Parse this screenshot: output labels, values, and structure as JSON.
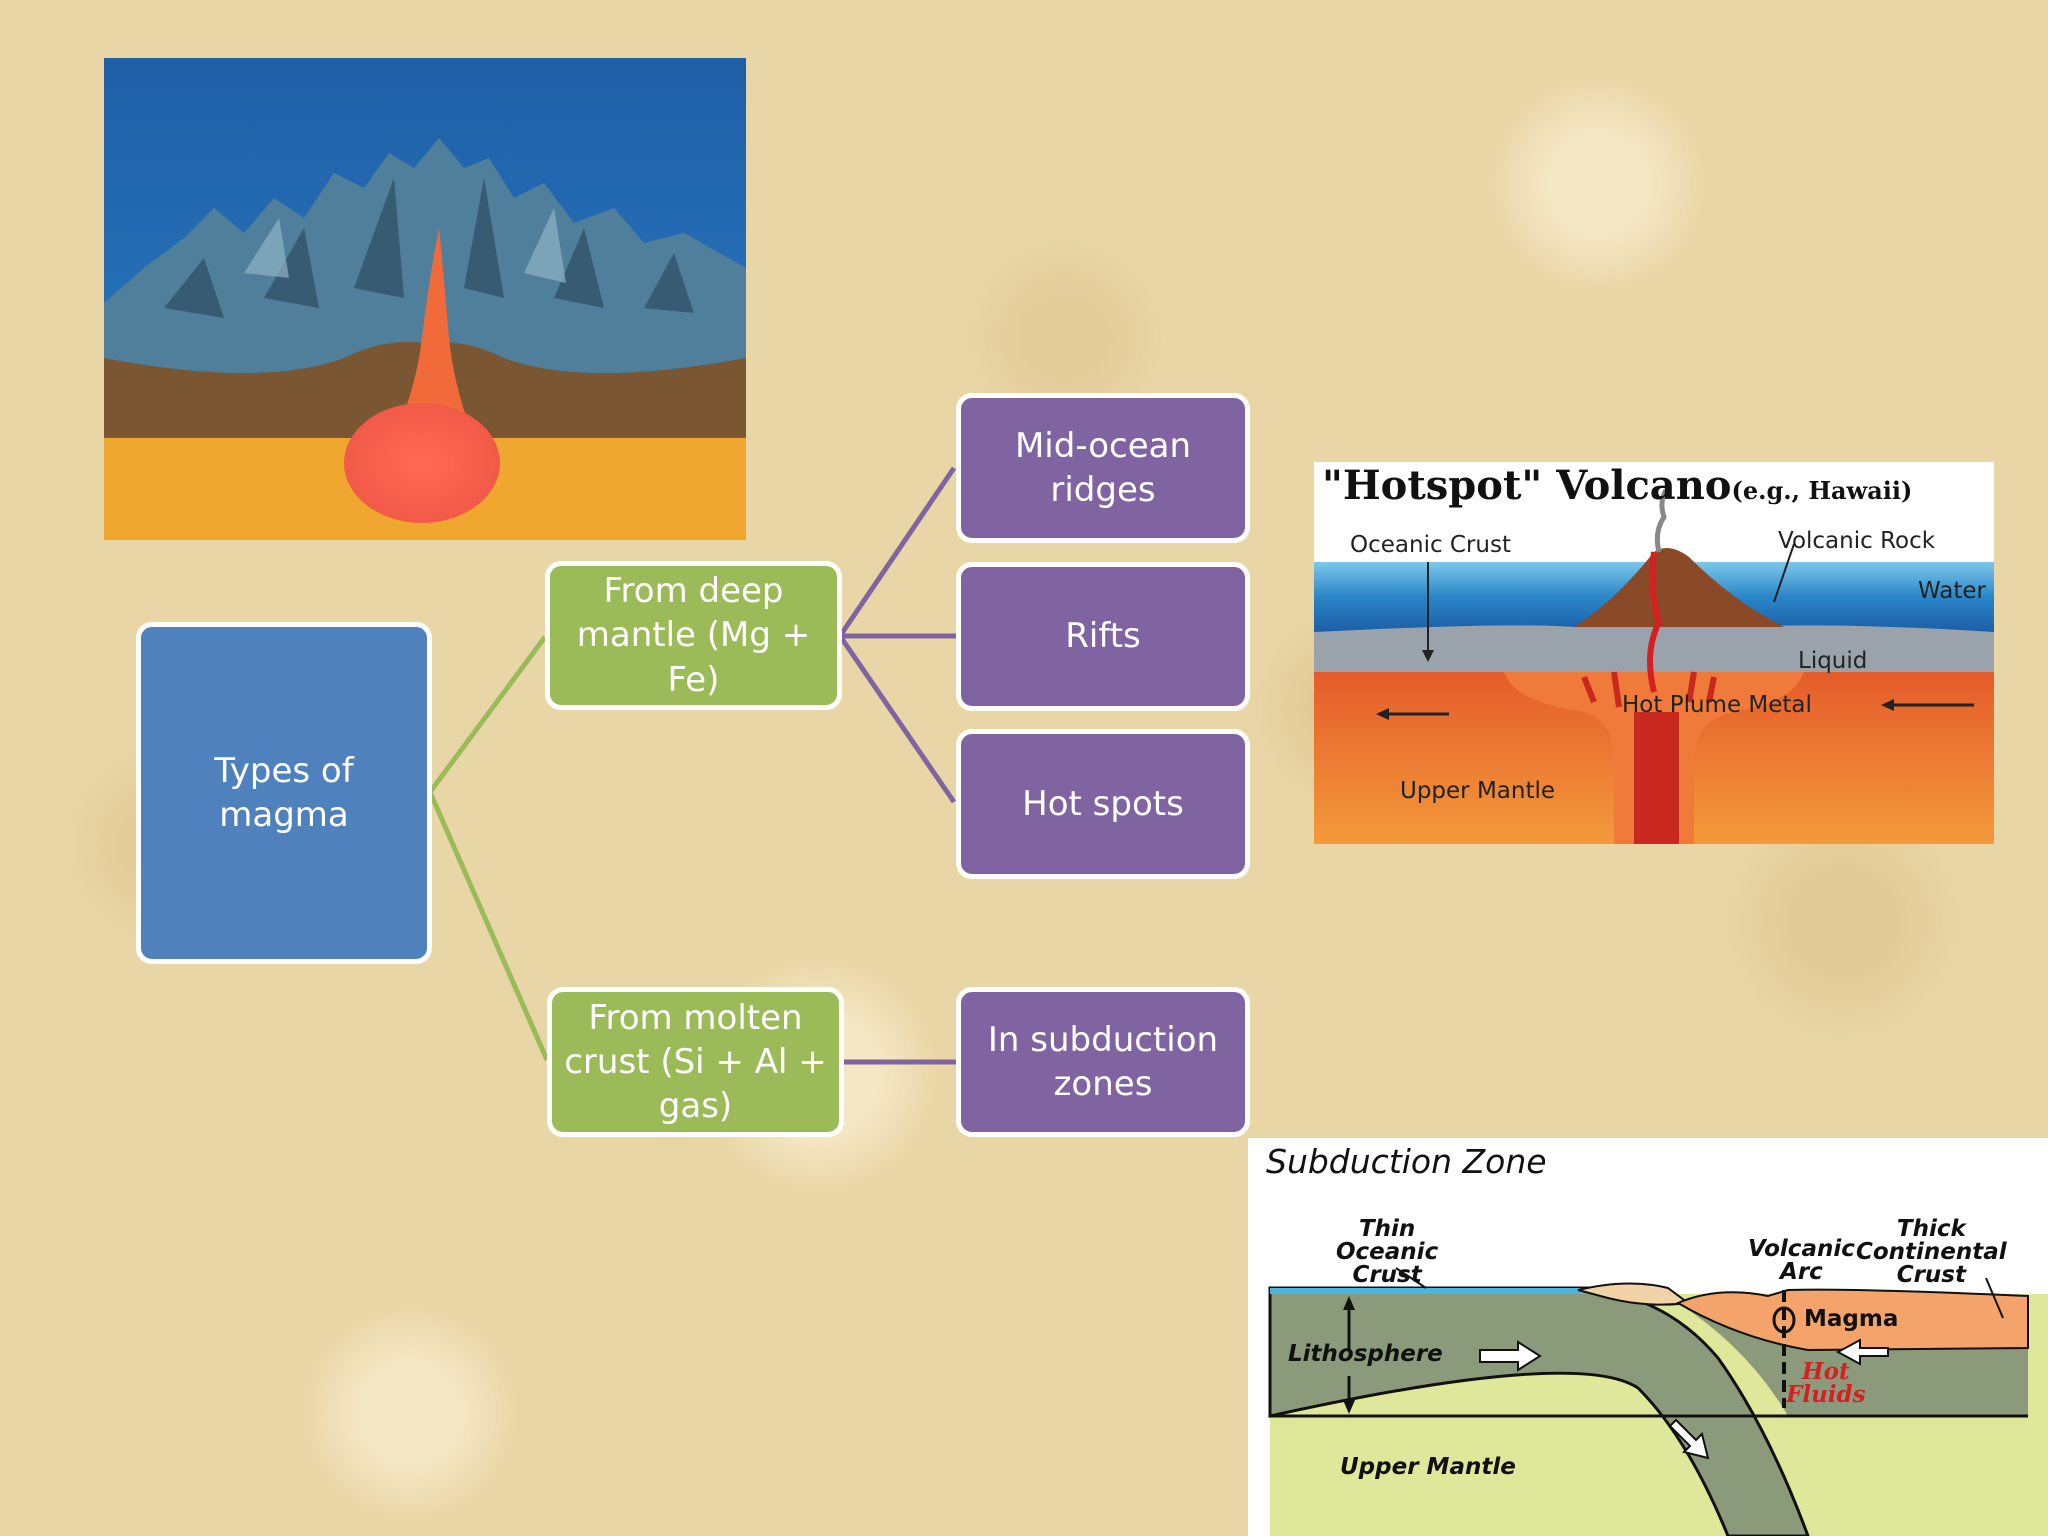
{
  "diagram": {
    "root": "Types of magma",
    "branches": [
      {
        "label": "From deep mantle (Mg + Fe)",
        "children": [
          "Mid-ocean ridges",
          "Rifts",
          "Hot spots"
        ]
      },
      {
        "label": "From molten crust (Si + Al + gas)",
        "children": [
          "In subduction zones"
        ]
      }
    ]
  },
  "colors": {
    "root": "#4f81bd",
    "branch": "#9bbb59",
    "leaf": "#8064a2",
    "green_line": "#9bbb59",
    "purple_line": "#8064a2"
  },
  "hotspot_image": {
    "title": "\"Hotspot\" Volcano",
    "title_suffix": "(e.g., Hawaii)",
    "labels": {
      "oceanic_crust": "Oceanic Crust",
      "volcanic_rock": "Volcanic Rock",
      "water": "Water",
      "liquid": "Liquid",
      "hot_plume": "Hot Plume Metal",
      "upper_mantle": "Upper Mantle"
    }
  },
  "subduction_image": {
    "title": "Subduction Zone",
    "labels": {
      "thin_oceanic_crust": "Thin\nOceanic\nCrust",
      "volcanic_arc": "Volcanic\nArc",
      "thick_continental_crust": "Thick\nContinental\nCrust",
      "magma": "Magma",
      "lithosphere": "Lithosphere",
      "hot_fluids": "Hot\nFluids",
      "upper_mantle": "Upper Mantle"
    }
  }
}
